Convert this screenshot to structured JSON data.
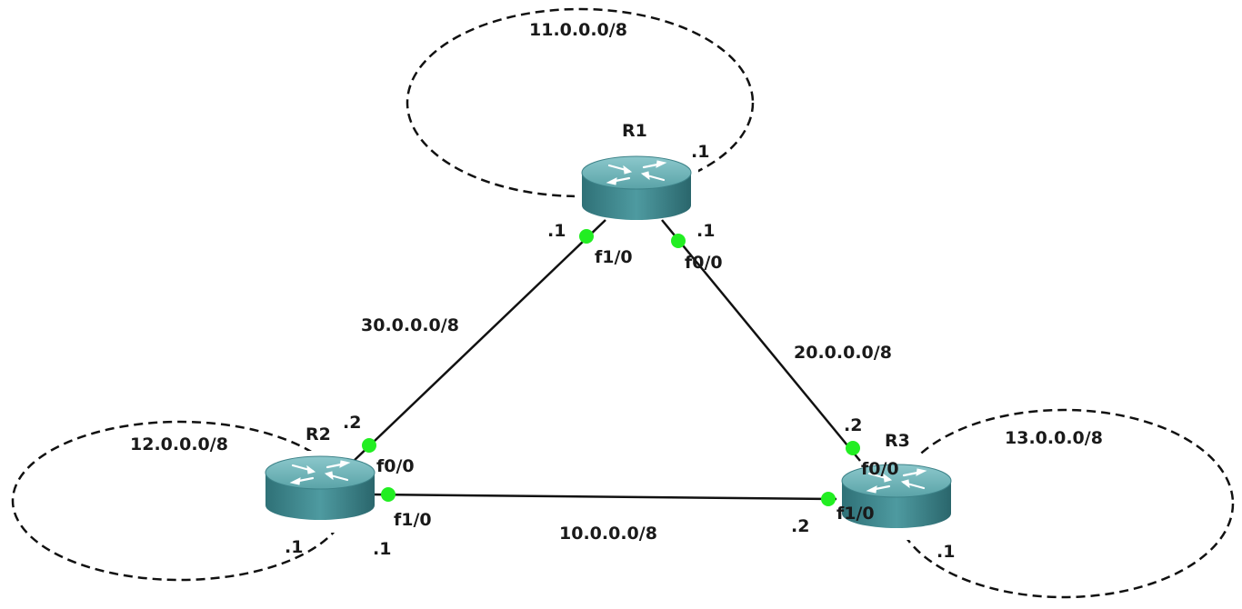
{
  "colors": {
    "port_dot": "#22ee22",
    "router_body": "#3f8b91",
    "router_top": "#6fb5ba",
    "link": "#111111"
  },
  "routers": [
    {
      "id": "r1",
      "label": "R1",
      "icon": "router-icon"
    },
    {
      "id": "r2",
      "label": "R2",
      "icon": "router-icon"
    },
    {
      "id": "r3",
      "label": "R3",
      "icon": "router-icon"
    }
  ],
  "loopback_networks": [
    {
      "router": "R1",
      "network": "11.0.0.0/8",
      "host": ".1"
    },
    {
      "router": "R2",
      "network": "12.0.0.0/8",
      "host": ".1"
    },
    {
      "router": "R3",
      "network": "13.0.0.0/8",
      "host": ".1"
    }
  ],
  "links": [
    {
      "network": "30.0.0.0/8",
      "a": {
        "router": "R1",
        "port": "f1/0",
        "host": ".1"
      },
      "b": {
        "router": "R2",
        "port": "f0/0",
        "host": ".2"
      }
    },
    {
      "network": "20.0.0.0/8",
      "a": {
        "router": "R1",
        "port": "f0/0",
        "host": ".1"
      },
      "b": {
        "router": "R3",
        "port": "f0/0",
        "host": ".2"
      }
    },
    {
      "network": "10.0.0.0/8",
      "a": {
        "router": "R2",
        "port": "f1/0",
        "host": ".1"
      },
      "b": {
        "router": "R3",
        "port": "f1/0",
        "host": ".2"
      }
    }
  ]
}
